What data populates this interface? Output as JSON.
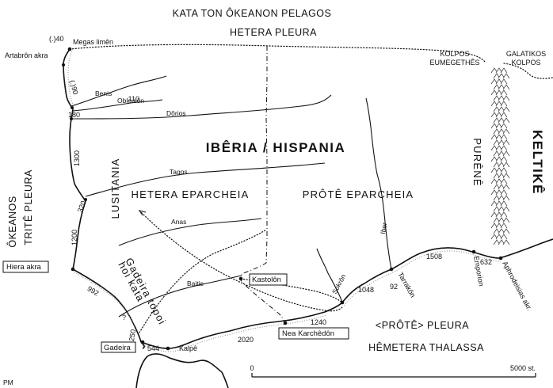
{
  "seas": {
    "north_ocean": "KATA TON ÔKEANON PELAGOS",
    "north_side": "HETERA PLEURA",
    "west_ocean_1": "ÔKEANOS",
    "west_ocean_2": "TRITÊ PLEURA",
    "south_side": "<PRÔTÊ> PLEURA",
    "inner_sea": "HÊMETERA THALASSA"
  },
  "regions": {
    "main_title": "IBÊRIA / HISPANIA",
    "lusitania": "LUSITANIA",
    "hetera_eparcheia": "HETERA EPARCHEIA",
    "prote_eparcheia": "PRÔTÊ EPARCHEIA",
    "keltike": "KELTIKÊ",
    "purene": "PURÊNÊ",
    "gadeira_topoi_1": "hoi kata",
    "gadeira_topoi_2": "Gadeira topoi"
  },
  "gulfs": {
    "eumegethes_1": "KOLPOS",
    "eumegethes_2": "EUMEGETHÊS",
    "galatikos_1": "GALATIKOS",
    "galatikos_2": "KOLPOS"
  },
  "rivers": {
    "benis": "Benis",
    "obleuion": "Obleuiôn",
    "dorios": "Dôrios",
    "tagos": "Tagos",
    "anas": "Anas",
    "baitis": "Baitis",
    "iber": "Iber",
    "sokron": "Sokrôn"
  },
  "places": {
    "megas_limen": "Megas limên",
    "artabron_akra": "Artabrôn akra",
    "hiera_akra": "Hiera akra",
    "kastolon": "Kastolôn",
    "gadeira": "Gadeira",
    "kalpe": "Kalpê",
    "nea_karchedon": "Nea Karchêdôn",
    "tarrakon": "Tarrakôn",
    "emporion": "Emporion",
    "aphrodisias": "Aphrodeisias akr."
  },
  "distances": {
    "d_40": "(.)40",
    "d_90": "(.)90",
    "d_110": "110",
    "d_180": "180",
    "d_1300": "1300",
    "d_320": "320",
    "d_1200": "1200",
    "d_992": "992",
    "d_q": "?",
    "d_250": "250",
    "d_544": "544",
    "d_2020": "2020",
    "d_1240": "1240",
    "d_1048": "1048",
    "d_92": "92",
    "d_1508": "1508",
    "d_632": "632"
  },
  "scale": {
    "start": "0",
    "end": "5000 st."
  },
  "credit": "PM"
}
